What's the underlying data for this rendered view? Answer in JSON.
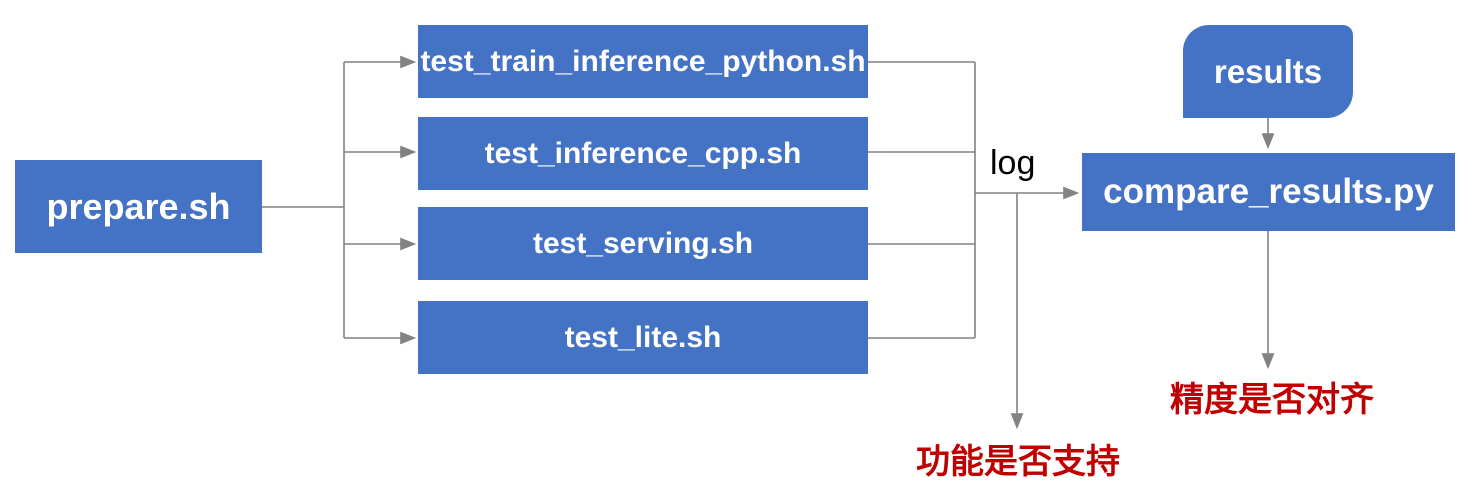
{
  "colors": {
    "background": "#ffffff",
    "box_blue": "#4472C4",
    "box_text": "#ffffff",
    "connector_gray": "#828282",
    "label_black": "#000000",
    "label_red": "#C00000"
  },
  "nodes": {
    "prepare": {
      "label": "prepare.sh"
    },
    "tests": [
      {
        "label": "test_train_inference_python.sh"
      },
      {
        "label": "test_inference_cpp.sh"
      },
      {
        "label": "test_serving.sh"
      },
      {
        "label": "test_lite.sh"
      }
    ],
    "results": {
      "label": "results"
    },
    "compare": {
      "label": "compare_results.py"
    }
  },
  "labels": {
    "log": "log",
    "function_support": "功能是否支持",
    "precision_aligned": "精度是否对齐"
  },
  "edges": [
    {
      "from": "prepare.sh",
      "to": "test_train_inference_python.sh"
    },
    {
      "from": "prepare.sh",
      "to": "test_inference_cpp.sh"
    },
    {
      "from": "prepare.sh",
      "to": "test_serving.sh"
    },
    {
      "from": "prepare.sh",
      "to": "test_lite.sh"
    },
    {
      "from": "test scripts",
      "to": "compare_results.py",
      "label": "log"
    },
    {
      "from": "results",
      "to": "compare_results.py"
    },
    {
      "from": "log",
      "to": "功能是否支持"
    },
    {
      "from": "compare_results.py",
      "to": "精度是否对齐"
    }
  ]
}
